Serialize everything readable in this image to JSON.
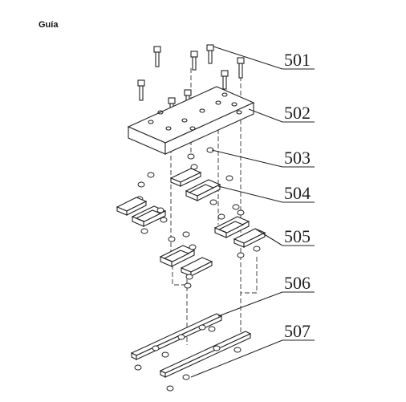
{
  "page": {
    "heading": "Guía"
  },
  "diagram": {
    "callouts": [
      {
        "id": "c501",
        "label": "501"
      },
      {
        "id": "c502",
        "label": "502"
      },
      {
        "id": "c503",
        "label": "503"
      },
      {
        "id": "c504",
        "label": "504"
      },
      {
        "id": "c505",
        "label": "505"
      },
      {
        "id": "c506",
        "label": "506"
      },
      {
        "id": "c507",
        "label": "507"
      }
    ]
  }
}
